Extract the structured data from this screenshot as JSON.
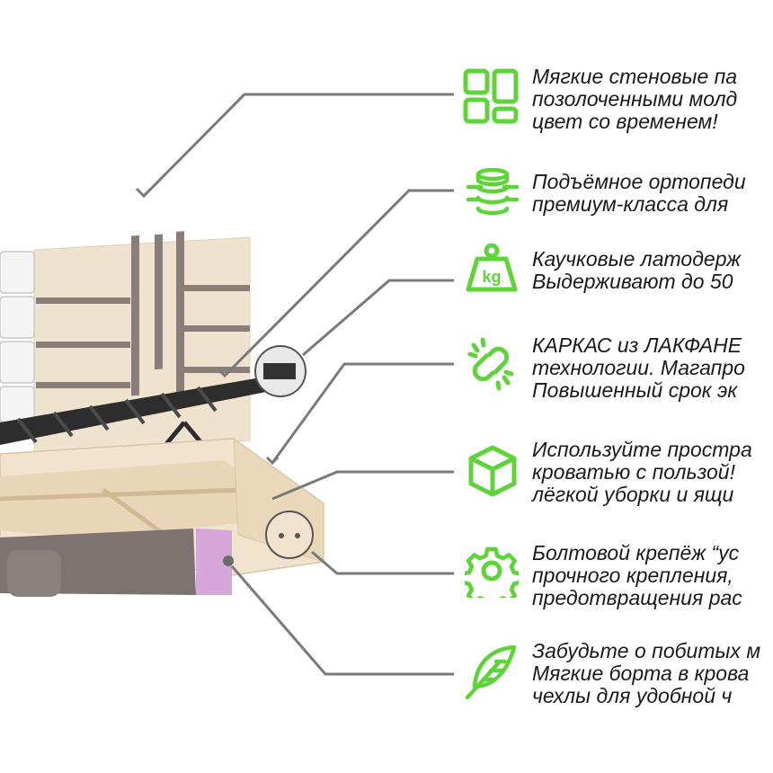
{
  "colors": {
    "accent_green": "#5fd33a",
    "leader_line": "#7a7a7a",
    "text": "#1a1a1a",
    "headboard": "#efe2cf",
    "velvet_grey": "#7d7371",
    "accent_lilac": "#d6a7d9"
  },
  "features": [
    {
      "icon": "wall-panels-icon",
      "lines": [
        "Мягкие стеновые па",
        "позолоченными молд",
        "цвет со временем!"
      ]
    },
    {
      "icon": "orthopedic-base-icon",
      "lines": [
        "Подъёмное ортопеди",
        "премиум-класса для"
      ]
    },
    {
      "icon": "weight-icon",
      "lines": [
        "Каучковые латодерж",
        "Выдерживают до 50"
      ]
    },
    {
      "icon": "broken-link-icon",
      "lines": [
        "КАРКАС из ЛАКФАНЕ",
        "технологии. Магапро",
        "Повышенный срок эк"
      ]
    },
    {
      "icon": "box-icon",
      "lines": [
        "Используйте простра",
        "кроватью с пользой!",
        "лёгкой уборки и ящи"
      ]
    },
    {
      "icon": "gear-icon",
      "lines": [
        "Болтовой крепёж “ус",
        "прочного крепления,",
        "предотвращения рас"
      ]
    },
    {
      "icon": "feather-icon",
      "lines": [
        "Забудьте о побитых м",
        "Мягкие борта в крова",
        "чехлы для удобной ч"
      ]
    }
  ]
}
